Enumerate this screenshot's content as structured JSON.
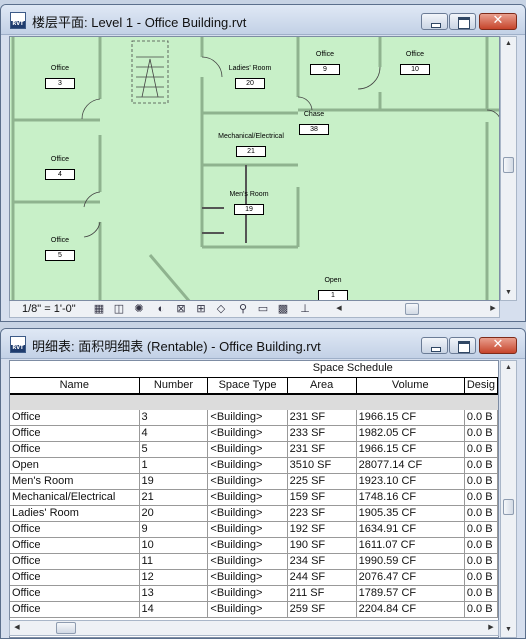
{
  "plan_window": {
    "title": "楼层平面: Level 1 - Office Building.rvt",
    "scale": "1/8\" = 1'-0\"",
    "rooms": [
      {
        "name": "Office",
        "number": "3"
      },
      {
        "name": "Office",
        "number": "4"
      },
      {
        "name": "Office",
        "number": "5"
      },
      {
        "name": "Ladies' Room",
        "number": "20"
      },
      {
        "name": "Office",
        "number": "9"
      },
      {
        "name": "Office",
        "number": "10"
      },
      {
        "name": "Chase",
        "number": "38"
      },
      {
        "name": "Mechanical/Electrical",
        "number": "21"
      },
      {
        "name": "Men's Room",
        "number": "19"
      },
      {
        "name": "Open",
        "number": "1"
      }
    ],
    "view_controls": [
      "model-graphics-style-icon",
      "shadows-icon",
      "sun-path-icon",
      "crop-view-icon",
      "show-crop-icon",
      "temporary-hide-icon",
      "reveal-hidden-icon",
      "analytical-icon",
      "highlight-icon",
      "lock-3d-icon",
      "worksharing-icon",
      "design-options-icon"
    ]
  },
  "schedule_window": {
    "title": "明细表: 面积明细表 (Rentable) - Office Building.rvt",
    "group_header": "Space Schedule",
    "columns": [
      "Name",
      "Number",
      "Space Type",
      "Area",
      "Volume",
      "Desig"
    ],
    "rows": [
      [
        "Office",
        "3",
        "<Building>",
        "231 SF",
        "1966.15 CF",
        "0.0 B"
      ],
      [
        "Office",
        "4",
        "<Building>",
        "233 SF",
        "1982.05 CF",
        "0.0 B"
      ],
      [
        "Office",
        "5",
        "<Building>",
        "231 SF",
        "1966.15 CF",
        "0.0 B"
      ],
      [
        "Open",
        "1",
        "<Building>",
        "3510 SF",
        "28077.14 CF",
        "0.0 B"
      ],
      [
        "Men's Room",
        "19",
        "<Building>",
        "225 SF",
        "1923.10 CF",
        "0.0 B"
      ],
      [
        "Mechanical/Electrical",
        "21",
        "<Building>",
        "159 SF",
        "1748.16 CF",
        "0.0 B"
      ],
      [
        "Ladies' Room",
        "20",
        "<Building>",
        "223 SF",
        "1905.35 CF",
        "0.0 B"
      ],
      [
        "Office",
        "9",
        "<Building>",
        "192 SF",
        "1634.91 CF",
        "0.0 B"
      ],
      [
        "Office",
        "10",
        "<Building>",
        "190 SF",
        "1611.07 CF",
        "0.0 B"
      ],
      [
        "Office",
        "11",
        "<Building>",
        "234 SF",
        "1990.59 CF",
        "0.0 B"
      ],
      [
        "Office",
        "12",
        "<Building>",
        "244 SF",
        "2076.47 CF",
        "0.0 B"
      ],
      [
        "Office",
        "13",
        "<Building>",
        "211 SF",
        "1789.57 CF",
        "0.0 B"
      ],
      [
        "Office",
        "14",
        "<Building>",
        "259 SF",
        "2204.84 CF",
        "0.0 B"
      ]
    ]
  },
  "colors": {
    "plan_background": "#c8f0c8",
    "wall": "#8fb38f",
    "close_button": "#c6442b"
  }
}
